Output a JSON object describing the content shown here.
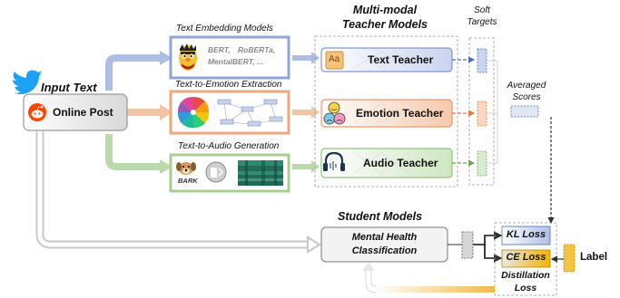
{
  "input": {
    "title": "Input Text",
    "post_label": "Online Post"
  },
  "branches": {
    "text_embedding": {
      "title": "Text Embedding Models",
      "models": [
        "BERT,",
        "RoBERTa,",
        "MentalBERT, ..."
      ]
    },
    "emotion_extraction": {
      "title": "Text-to-Emotion Extraction"
    },
    "audio_generation": {
      "title": "Text-to-Audio Generation",
      "bark_label": "BARK"
    }
  },
  "teachers": {
    "header_line1": "Multi-modal",
    "header_line2": "Teacher Models",
    "text": "Text Teacher",
    "emotion": "Emotion Teacher",
    "audio": "Audio Teacher",
    "text_icon": "Aa"
  },
  "soft_targets": {
    "line1": "Soft",
    "line2": "Targets"
  },
  "averaged_scores": {
    "line1": "Averaged",
    "line2": "Scores"
  },
  "student": {
    "header": "Student Models",
    "line1": "Mental Health",
    "line2": "Classification"
  },
  "losses": {
    "kl": "KL Loss",
    "ce": "CE Loss",
    "label": "Label",
    "distill_line1": "Distillation",
    "distill_line2": "Loss"
  },
  "colors": {
    "blue": "#7f96cf",
    "orange": "#ec9a6c",
    "green": "#93c47d",
    "yellow": "#f5c242"
  }
}
